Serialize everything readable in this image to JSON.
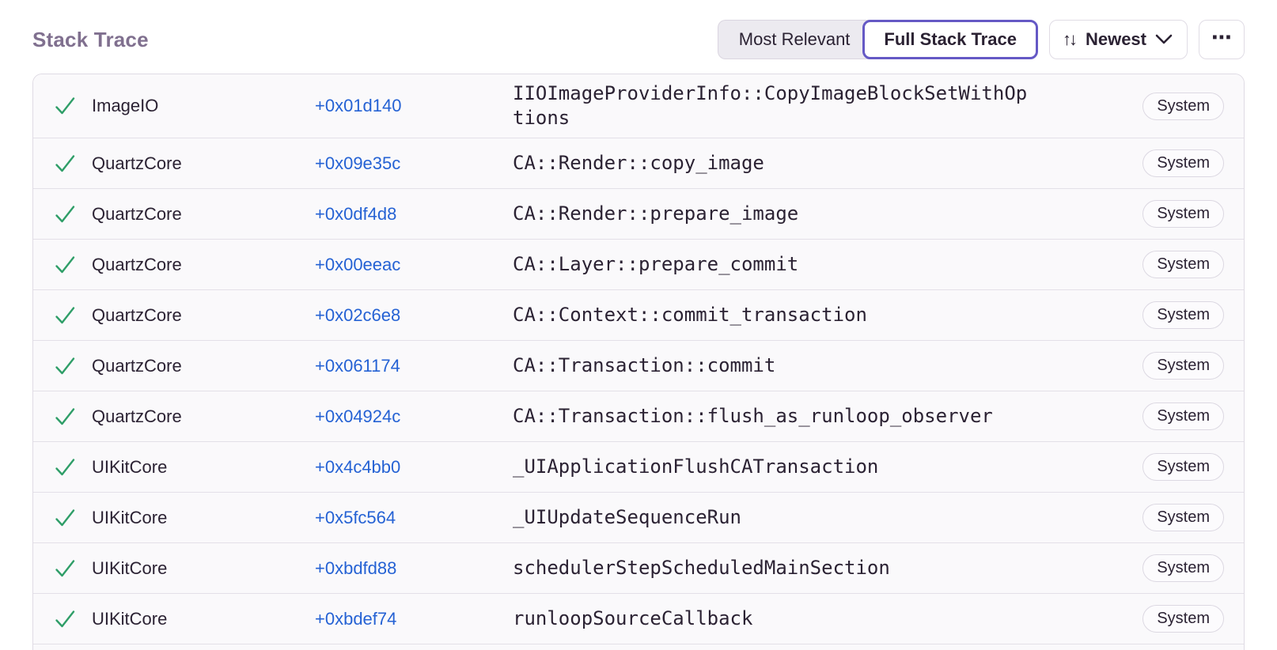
{
  "header": {
    "title": "Stack Trace",
    "view_toggle": [
      {
        "label": "Most Relevant",
        "active": false
      },
      {
        "label": "Full Stack Trace",
        "active": true
      }
    ],
    "sort": {
      "label": "Newest",
      "icon": "sort-arrows",
      "glyph": "↑↓"
    },
    "more": {
      "icon": "ellipsis",
      "glyph": "⋯"
    }
  },
  "colors": {
    "accent_purple": "#6559C5",
    "link_blue": "#2562D4",
    "check_green": "#2F9E68",
    "title_gray": "#80708F",
    "text_dark": "#2B2233",
    "row_bg": "#FAF9FB",
    "border_gray": "#E0DCE5"
  },
  "frames": [
    {
      "module": "ImageIO",
      "address": "+0x01d140",
      "function": "IIOImageProviderInfo::CopyImageBlockSetWithOptions",
      "tag": "System"
    },
    {
      "module": "QuartzCore",
      "address": "+0x09e35c",
      "function": "CA::Render::copy_image",
      "tag": "System"
    },
    {
      "module": "QuartzCore",
      "address": "+0x0df4d8",
      "function": "CA::Render::prepare_image",
      "tag": "System"
    },
    {
      "module": "QuartzCore",
      "address": "+0x00eeac",
      "function": "CA::Layer::prepare_commit",
      "tag": "System"
    },
    {
      "module": "QuartzCore",
      "address": "+0x02c6e8",
      "function": "CA::Context::commit_transaction",
      "tag": "System"
    },
    {
      "module": "QuartzCore",
      "address": "+0x061174",
      "function": "CA::Transaction::commit",
      "tag": "System"
    },
    {
      "module": "QuartzCore",
      "address": "+0x04924c",
      "function": "CA::Transaction::flush_as_runloop_observer",
      "tag": "System"
    },
    {
      "module": "UIKitCore",
      "address": "+0x4c4bb0",
      "function": "_UIApplicationFlushCATransaction",
      "tag": "System"
    },
    {
      "module": "UIKitCore",
      "address": "+0x5fc564",
      "function": "_UIUpdateSequenceRun",
      "tag": "System"
    },
    {
      "module": "UIKitCore",
      "address": "+0xbdfd88",
      "function": "schedulerStepScheduledMainSection",
      "tag": "System"
    },
    {
      "module": "UIKitCore",
      "address": "+0xbdef74",
      "function": "runloopSourceCallback",
      "tag": "System"
    }
  ]
}
